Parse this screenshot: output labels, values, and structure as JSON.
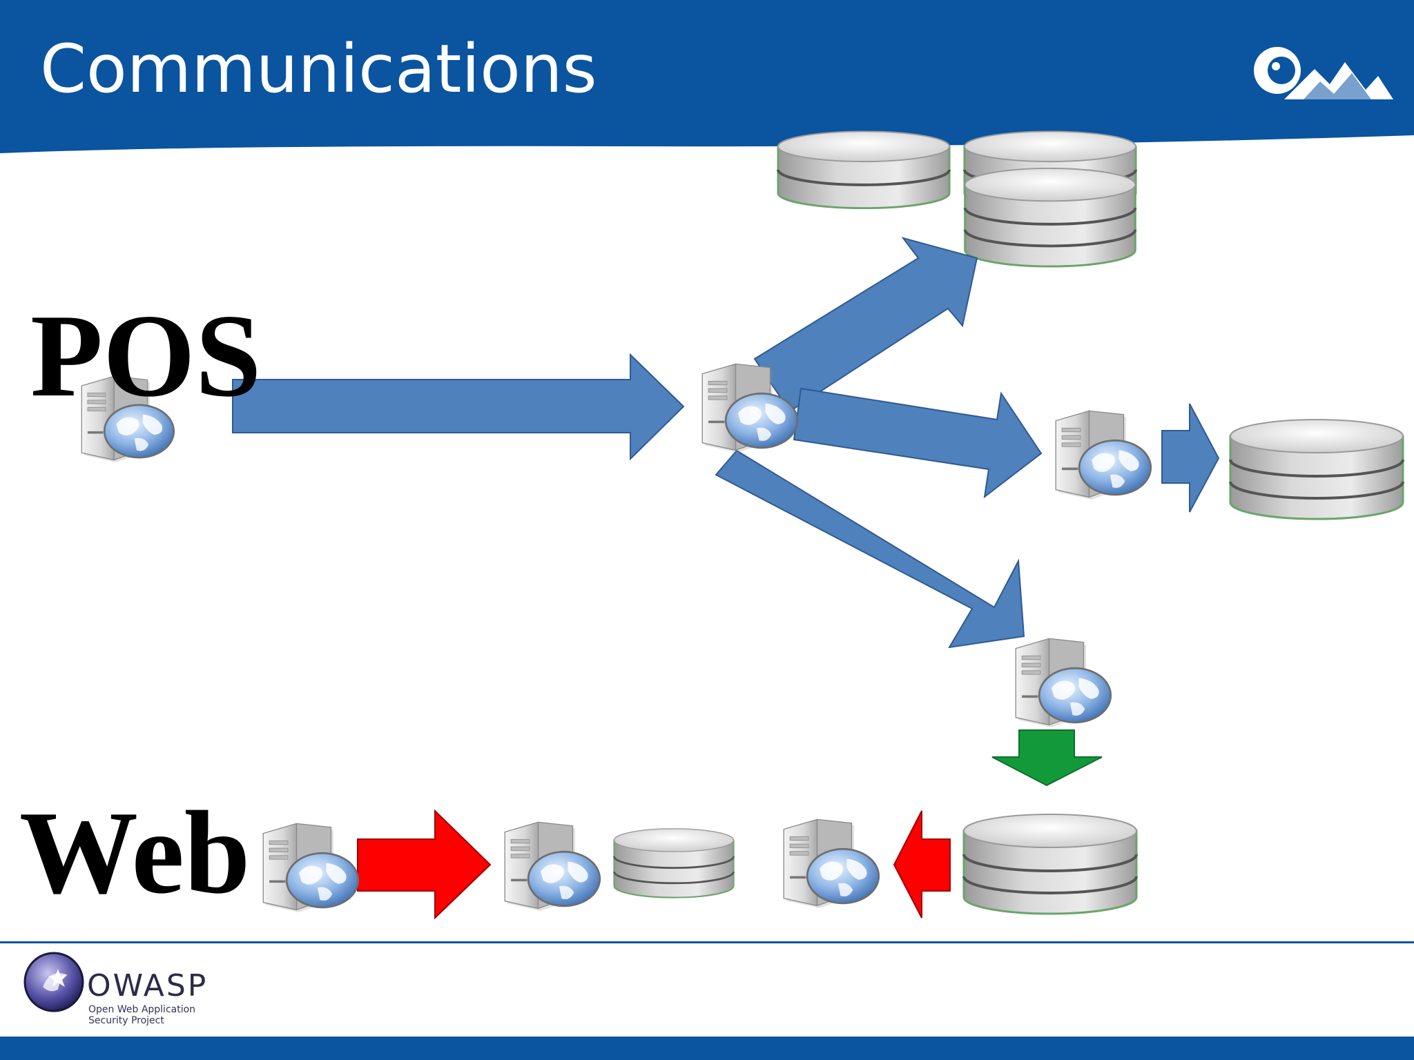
{
  "slide": {
    "title": "Communications"
  },
  "diagram": {
    "pos_label": "POS",
    "web_label": "Web"
  },
  "footer": {
    "owasp_name": "OWASP",
    "owasp_tagline_line1": "Open Web Application",
    "owasp_tagline_line2": "Security Project"
  },
  "colors": {
    "header_blue": "#0a54a0",
    "arrow_blue": "#4f81bd",
    "arrow_red": "#ff0000",
    "arrow_green": "#129a3a",
    "footer_blue": "#0a54a0"
  }
}
